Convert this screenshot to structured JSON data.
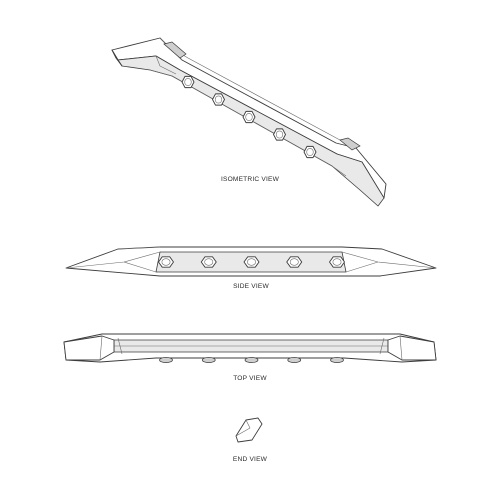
{
  "views": {
    "isometric": {
      "label": "ISOMETRIC VIEW"
    },
    "side": {
      "label": "SIDE VIEW"
    },
    "top": {
      "label": "TOP VIEW"
    },
    "end": {
      "label": "END VIEW"
    }
  },
  "bolt_count": 5,
  "colors": {
    "line": "#3d3d3d",
    "background": "#ffffff"
  }
}
